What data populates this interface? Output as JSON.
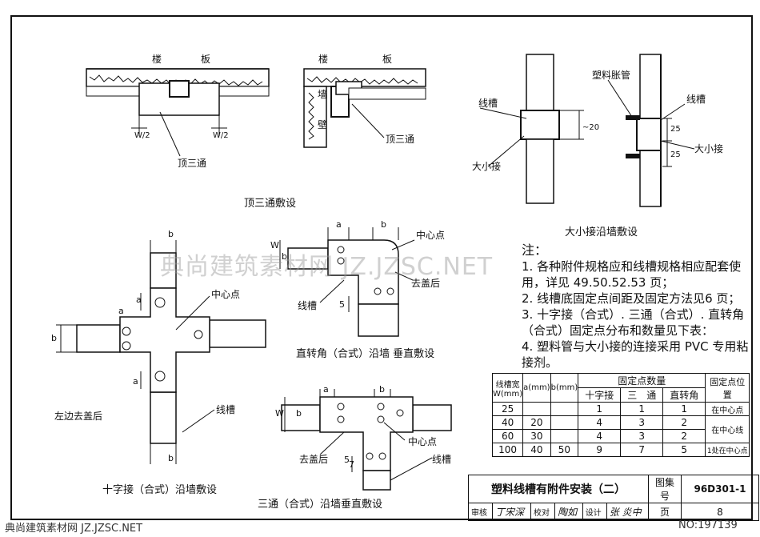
{
  "top_left": {
    "floor_label_1": "楼",
    "floor_label_2": "板",
    "dim_w2": "W/2",
    "part_label": "顶三通",
    "caption": "顶三通敷设"
  },
  "top_middle": {
    "floor_label_1": "楼",
    "floor_label_2": "板",
    "wall_label_1": "墙",
    "wall_label_2": "壁",
    "part_label": "顶三通"
  },
  "top_right": {
    "pipe_label": "塑料胀管",
    "trough_left": "线槽",
    "trough_right": "线槽",
    "reducer_left": "大小接",
    "reducer_right": "大小接",
    "dim_20": "~20",
    "dim_25a": "25",
    "dim_25b": "25",
    "caption": "大小接沿墙敷设"
  },
  "cross": {
    "dim_b_top": "b",
    "dim_b_bottom": "b",
    "dim_a1": "a",
    "dim_a2": "a",
    "dim_a3": "a",
    "dim_b_left": "b",
    "center_label": "中心点",
    "trough_label": "线槽",
    "cover_label": "左边去盖后",
    "caption": "十字接（合式）沿墙敷设"
  },
  "elbow": {
    "dim_a": "a",
    "dim_b_top": "b",
    "dim_b_left": "b",
    "dim_w": "W",
    "dim_5": "5",
    "center_label": "中心点",
    "cover_label": "去盖后",
    "trough_label": "线槽",
    "caption": "直转角（合式）沿墙 垂直敷设"
  },
  "tee": {
    "dim_a": "a",
    "dim_b_top": "b",
    "dim_b_left": "b",
    "dim_w": "W",
    "dim_5": "5",
    "dim_7": "7",
    "center_label": "中心点",
    "cover_label": "去盖后",
    "trough_label": "线槽",
    "caption": "三通（合式）沿墙垂直敷设"
  },
  "notes": {
    "heading": "注：",
    "items": [
      "1. 各种附件规格应和线槽规格相应配套使用，详见 49.50.52.53 页；",
      "2. 线槽底固定点间距及固定方法见6 页；",
      "3. 十字接（合式）. 三通（合式）. 直转角（合式）固定点分布和数量见下表：",
      "4. 塑料管与大小接的连接采用 PVC 专用粘接剂。"
    ]
  },
  "spec_table": {
    "h_width": "线槽宽 W(mm)",
    "h_a": "a(mm)",
    "h_b": "b(mm)",
    "h_count": "固定点数量",
    "h_cross": "十字接",
    "h_tee": "三　通",
    "h_elbow": "直转角",
    "h_pos": "固定点位置",
    "rows": [
      {
        "w": "25",
        "a": "",
        "b": "",
        "cross": "1",
        "tee": "1",
        "elbow": "1",
        "pos": "在中心点"
      },
      {
        "w": "40",
        "a": "20",
        "b": "",
        "cross": "4",
        "tee": "3",
        "elbow": "2",
        "pos": "在中心线"
      },
      {
        "w": "60",
        "a": "30",
        "b": "",
        "cross": "4",
        "tee": "3",
        "elbow": "2",
        "pos": ""
      },
      {
        "w": "100",
        "a": "40",
        "b": "50",
        "cross": "9",
        "tee": "7",
        "elbow": "5",
        "pos": "1处在中心点"
      }
    ]
  },
  "title_block": {
    "title": "塑料线槽有附件安装（二）",
    "atlas_label": "图集号",
    "atlas_no": "96D301-1",
    "review_label": "审核",
    "review_sig": "丁宋深",
    "check_label": "校对",
    "check_sig": "陶如",
    "design_label": "设计",
    "design_sig": "张 炎中",
    "page_label": "页",
    "page_no": "8"
  },
  "watermark": {
    "center": "典尚建筑素材网 JZ.JZSC.NET",
    "bottom_left": "典尚建筑素材网 JZ.JZSC.NET",
    "bottom_right": "NO:197139"
  }
}
